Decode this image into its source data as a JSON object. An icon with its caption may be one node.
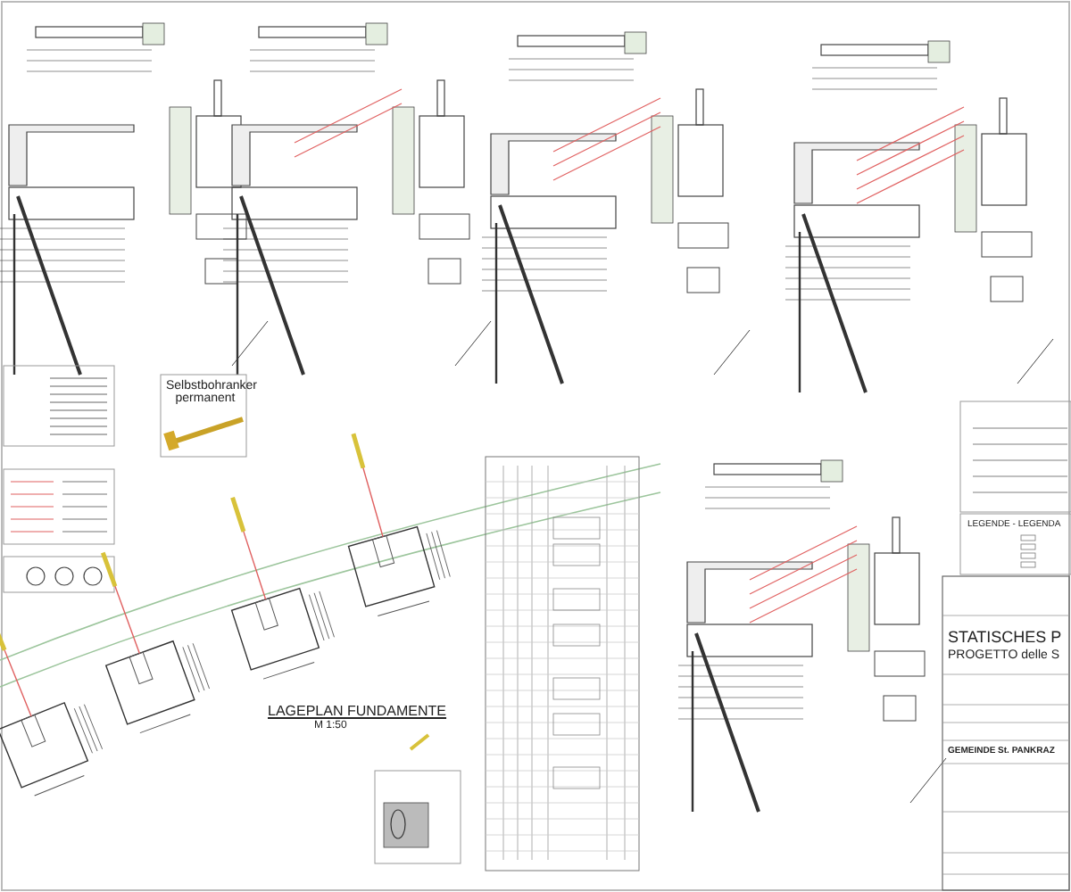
{
  "diagram": {
    "labels": [
      "Selbstbohranker permanent",
      "LAGEPLAN FUNDAMENTE",
      "M 1:50",
      "LEGENDE - LEGENDA",
      "STATISCHES P",
      "PROGETTO delle S",
      "GEMEINDE St. PANKRAZ"
    ]
  }
}
